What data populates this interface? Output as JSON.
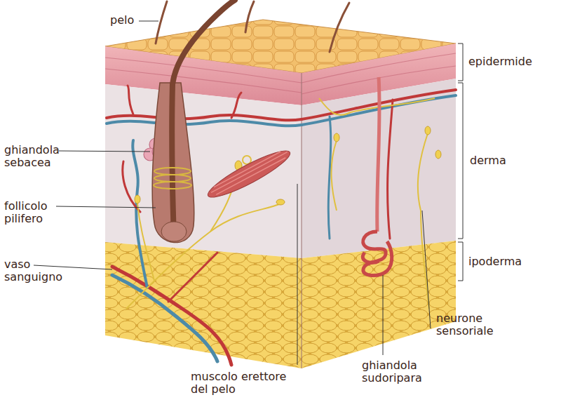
{
  "diagram": {
    "labels": [
      "pelo",
      "epidermide",
      "ghiandola sebacea",
      "derma",
      "follicolo pilifero",
      "vaso sanguigno",
      "ipoderma",
      "neurone sensoriale",
      "muscolo erettore del pelo",
      "ghiandola sudoripara"
    ]
  }
}
